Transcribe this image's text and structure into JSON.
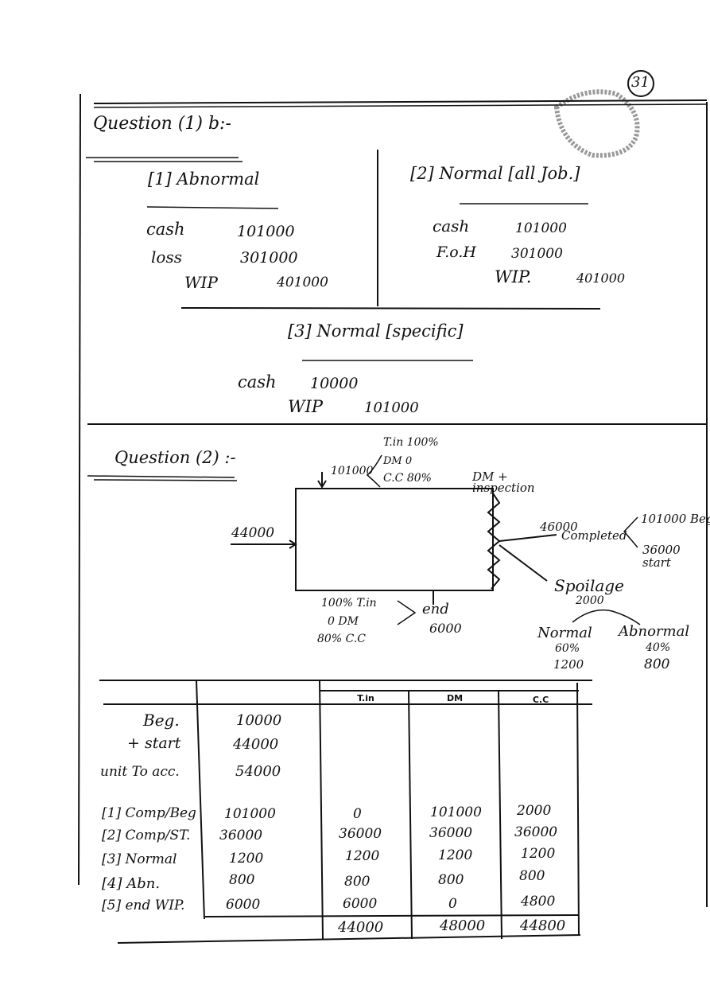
{
  "page_number": "31",
  "q1": {
    "title": "Question (1) b:-",
    "abnormal": {
      "heading": "[1] Abnormal",
      "rows": [
        {
          "account": "cash",
          "amount": "101000"
        },
        {
          "account": "loss",
          "amount": "301000"
        },
        {
          "account": "WIP",
          "amount": "401000"
        }
      ]
    },
    "normal_all": {
      "heading": "[2] Normal [all Job.]",
      "rows": [
        {
          "account": "cash",
          "amount": "101000"
        },
        {
          "account": "F.o.H",
          "amount": "301000"
        },
        {
          "account": "WIP.",
          "amount": "401000"
        }
      ]
    },
    "normal_specific": {
      "heading": "[3] Normal [specific]",
      "rows": [
        {
          "account": "cash",
          "amount": "10000"
        },
        {
          "account": "WIP",
          "amount": "101000"
        }
      ]
    }
  },
  "q2": {
    "title": "Question (2) :-",
    "top_input": {
      "amount": "101000",
      "tin": "T.in 100%",
      "dm": "DM 0",
      "cc": "C.C 80%"
    },
    "inspection": "DM + inspection",
    "left_input": "44000",
    "completed": {
      "amount": "46000",
      "label": "Completed",
      "beg": "101000 Beg",
      "start": "36000 start"
    },
    "spoilage": {
      "label": "Spoilage",
      "amount": "2000",
      "normal": {
        "label": "Normal",
        "pct": "60%",
        "amount": "1200"
      },
      "abnormal": {
        "label": "Abnormal",
        "pct": "40%",
        "amount": "800"
      }
    },
    "end": {
      "tin": "100% T.in",
      "dm": "0 DM",
      "cc": "80% C.C",
      "label": "end",
      "amount": "6000"
    }
  },
  "table": {
    "headers": [
      "T.in",
      "DM",
      "C.C"
    ],
    "top_rows": [
      {
        "label": "Beg.",
        "units": "10000"
      },
      {
        "label": "+ start",
        "units": "44000"
      },
      {
        "label": "unit To acc.",
        "units": "54000"
      }
    ],
    "rows": [
      {
        "label": "[1] Comp/Beg",
        "units": "101000",
        "tin": "0",
        "dm": "101000",
        "cc": "2000"
      },
      {
        "label": "[2] Comp/ST.",
        "units": "36000",
        "tin": "36000",
        "dm": "36000",
        "cc": "36000"
      },
      {
        "label": "[3] Normal",
        "units": "1200",
        "tin": "1200",
        "dm": "1200",
        "cc": "1200"
      },
      {
        "label": "[4] Abn.",
        "units": "800",
        "tin": "800",
        "dm": "800",
        "cc": "800"
      },
      {
        "label": "[5] end WIP.",
        "units": "6000",
        "tin": "6000",
        "dm": "0",
        "cc": "4800"
      }
    ],
    "totals": {
      "tin": "44000",
      "dm": "48000",
      "cc": "44800"
    }
  }
}
